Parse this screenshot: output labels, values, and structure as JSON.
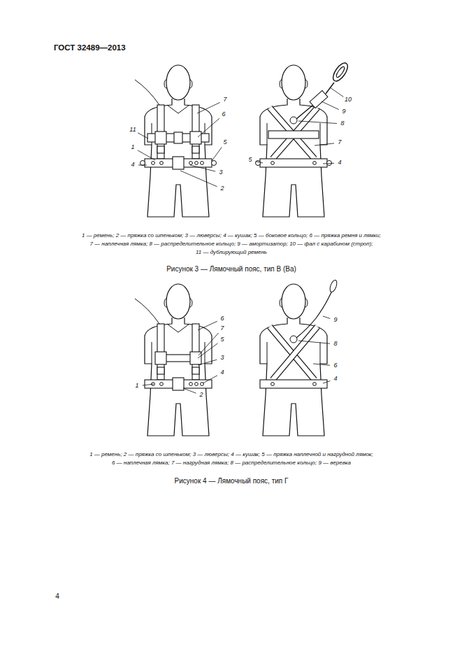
{
  "diagram": {
    "title": "ГОСТ 32489—2013",
    "labels": [
      "7",
      "6",
      "11",
      "1",
      "5",
      "4",
      "3",
      "2",
      "10",
      "9",
      "8",
      "7",
      "5",
      "4",
      "1 — ремень; 2 — пряжка со шпеньком; 3 — люверсы; 4 — кушак; 5 — боковое кольцо; 6 — пряжка ремня и лямки;",
      "7 — наплечная лямка; 8 — распределительное кольцо; 9 — амортизатор; 10 — фал с карабином (строп);",
      "11 — дублирующий ремень",
      "Рисунок 3 — Лямочный пояс, тип В (Ва)",
      "6",
      "7",
      "5",
      "3",
      "4",
      "1",
      "2",
      "9",
      "8",
      "6",
      "4",
      "1 — ремень; 2 — пряжка со шпеньком; 3 — люверсы; 4 — кушак; 5 — пряжка наплечной и нагрудной лямок;",
      "6 — наплечная лямка; 7 — нагрудная лямка; 8 — распределительное кольцо; 9 — веревка",
      "Рисунок 4 — Лямочный пояс, тип Г",
      "4"
    ]
  }
}
